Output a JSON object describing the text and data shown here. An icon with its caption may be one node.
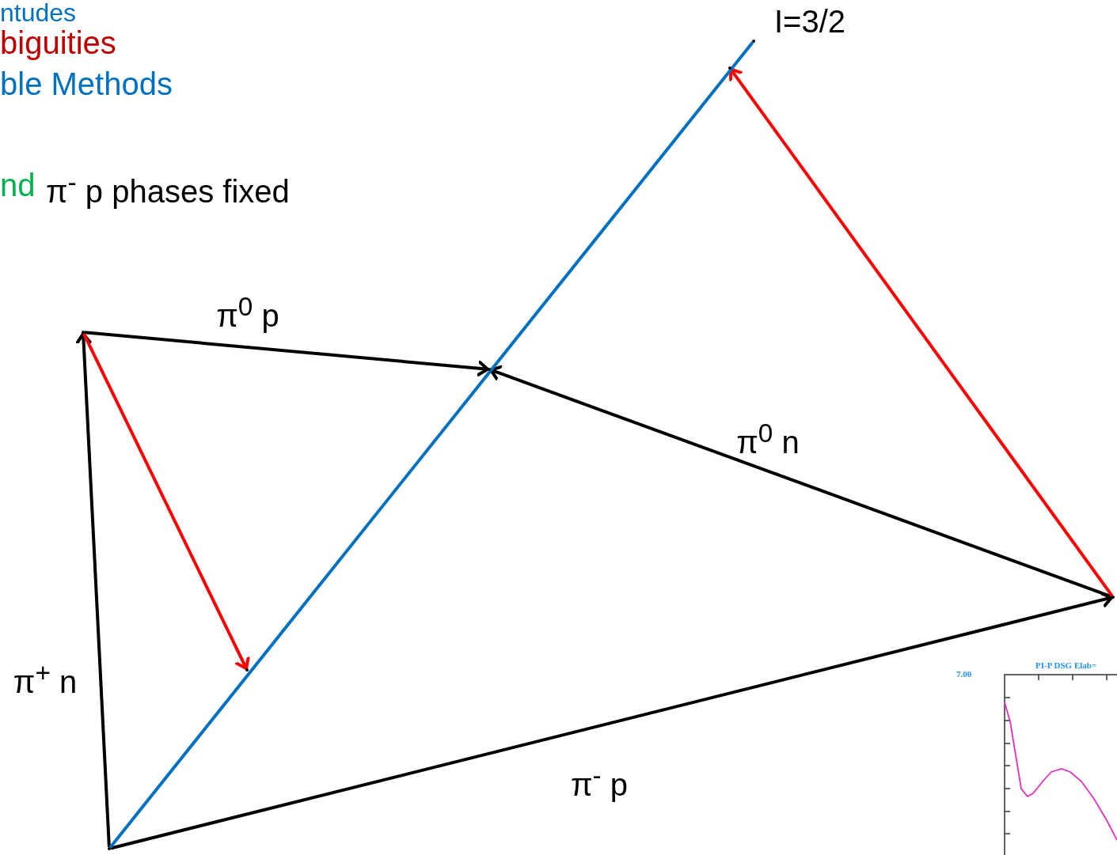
{
  "diagram": {
    "nodes": [
      {
        "text": [],
        "shape": "point"
      },
      {
        "text": [],
        "shape": "point"
      },
      {
        "text": [],
        "shape": "point"
      },
      {
        "text": [],
        "shape": "point"
      },
      {
        "text": [],
        "shape": "point"
      },
      {
        "text": [],
        "shape": "point"
      },
      {
        "text": [],
        "shape": "point"
      }
    ],
    "edges": [
      {
        "from": 6,
        "to": 2,
        "arrow": "to",
        "label": "π$^{+}$ n"
      },
      {
        "from": 2,
        "to": 3,
        "arrow": "to",
        "label": "π$^{0}$ p"
      },
      {
        "from": 4,
        "to": 3,
        "arrow": "to",
        "label": "π$^{0}$ n"
      },
      {
        "from": 6,
        "to": 4,
        "arrow": "to",
        "label": "π$^{-}$ p"
      },
      {
        "from": 2,
        "to": 5,
        "arrow": "to",
        "color": "#ff0000"
      },
      {
        "from": 4,
        "to": 1,
        "arrow": "to",
        "color": "#ff0000"
      },
      {
        "from": 6,
        "to": 0,
        "arrow": "none",
        "color": "#0070c0",
        "label": "I=3/2"
      }
    ],
    "labels": [
      "ntudes",
      "biguities",
      "ble Methods",
      "nd",
      "π$^{-}$ p phases fixed",
      "7.00",
      "PI-P DSG Elab="
    ]
  }
}
